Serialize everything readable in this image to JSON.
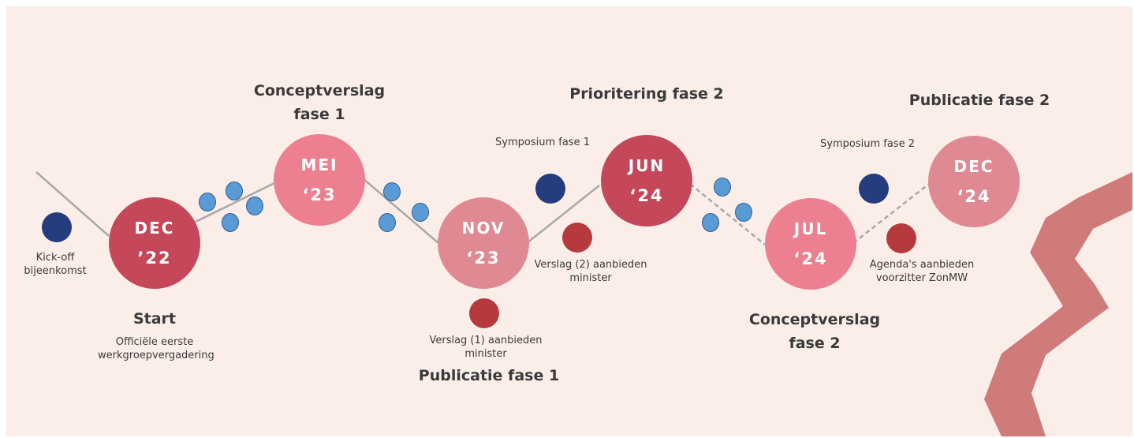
{
  "colors": {
    "background": "#fbeee9",
    "dark_red": "#c4475a",
    "mid_pink": "#ec8090",
    "light_pink": "#df8a92",
    "path_line": "#a8a8a8",
    "blue_dot": "#5b9bd5",
    "navy_dot": "#253c7e",
    "red_dot": "#b6393e",
    "squiggle": "#cf7b7a"
  },
  "milestones": [
    {
      "month": "DEC",
      "year": "’22"
    },
    {
      "month": "MEI",
      "year": "‘23"
    },
    {
      "month": "NOV",
      "year": "‘23"
    },
    {
      "month": "JUN",
      "year": "‘24"
    },
    {
      "month": "JUL",
      "year": "‘24"
    },
    {
      "month": "DEC",
      "year": "‘24"
    }
  ],
  "headings": {
    "start": "Start",
    "concept1": "Conceptverslag fase 1",
    "publicatie1": "Publicatie fase 1",
    "prioritering2": "Prioritering fase 2",
    "concept2": "Conceptverslag fase 2",
    "publicatie2": "Publicatie fase 2"
  },
  "events": {
    "kickoff": "Kick-off bijeenkomst",
    "start_desc": "Officiële eerste werkgroepvergadering",
    "verslag1": "Verslag (1) aanbieden minister",
    "symposium1": "Symposium fase 1",
    "verslag2": "Verslag (2) aanbieden minister",
    "symposium2": "Symposium fase 2",
    "agendas": "Agenda's aanbieden voorzitter ZonMW"
  },
  "icons": [
    "navy-dot-icon",
    "blue-dot-icon",
    "red-dot-icon",
    "squiggle-decoration"
  ]
}
